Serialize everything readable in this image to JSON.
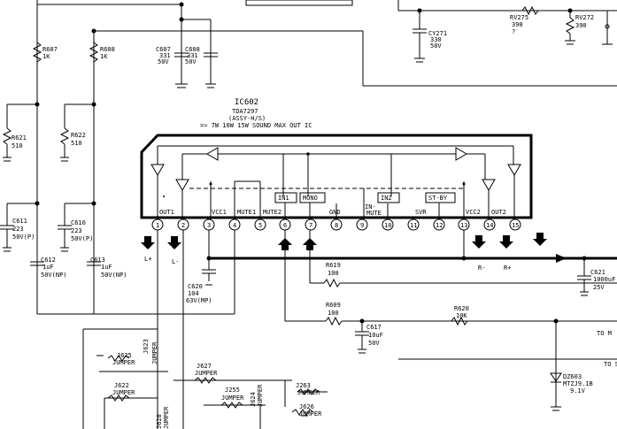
{
  "ic": {
    "ref": "IC602",
    "part": "TDA7297",
    "assy": "(ASSY-H/S)",
    "note": "=> 7W  10W  15W SOUND MAX OUT IC",
    "blocks": [
      "IN1",
      "MONO",
      "IN2",
      "ST-BY"
    ],
    "pin_numbers": [
      "1",
      "2",
      "3",
      "4",
      "5",
      "6",
      "7",
      "8",
      "9",
      "10",
      "11",
      "12",
      "13",
      "14",
      "15"
    ],
    "pin_names": [
      "OUT1",
      "VCC1",
      "MUTE1",
      "MUTE2",
      "GND",
      "IN-",
      "MUTE",
      "SVR",
      "VCC2",
      "OUT2"
    ]
  },
  "components": {
    "r607": [
      "R607",
      "1K"
    ],
    "r608": [
      "R608",
      "1K"
    ],
    "c607": [
      "C607",
      "331",
      "50V"
    ],
    "c608": [
      "C608",
      "331",
      "50V"
    ],
    "cy271": [
      "CY271",
      "330",
      "50V"
    ],
    "rv275": [
      "RV275",
      "390",
      "?"
    ],
    "rv272": [
      "RV272",
      "390"
    ],
    "r621": [
      "R621",
      "510"
    ],
    "r622": [
      "R622",
      "510"
    ],
    "c611": [
      "C611",
      "223",
      "50V(P)"
    ],
    "c610": [
      "C610",
      "223",
      "50V(P)"
    ],
    "c612": [
      "C612",
      "1uF",
      "50V(NP)"
    ],
    "c613": [
      "C613",
      "1uF",
      "50V(NP)"
    ],
    "c620": [
      "C620",
      "104",
      "63V(MP)"
    ],
    "r619": [
      "R619",
      "100"
    ],
    "r609": [
      "R609",
      "100"
    ],
    "c617": [
      "C617",
      "10uF",
      "50V"
    ],
    "r620": [
      "R620",
      "10K"
    ],
    "c621": [
      "C621",
      "1000uF",
      "25V"
    ],
    "dz603": [
      "DZ603",
      "MTZJ9.1B",
      "9.1V"
    ]
  },
  "jumpers": {
    "j625": [
      "J625",
      "JUMPER"
    ],
    "j623": [
      "J623",
      "JUMPER"
    ],
    "j622": [
      "J622",
      "JUMPER"
    ],
    "j627": [
      "J627",
      "JUMPER"
    ],
    "j255": [
      "J255",
      "JUMPER"
    ],
    "j624": [
      "J624",
      "JUMPER"
    ],
    "j263": [
      "J263",
      "JUMPER"
    ],
    "j626": [
      "J626",
      "JUMPER"
    ],
    "j628": [
      "J628",
      "JUMPER"
    ]
  },
  "labels": {
    "l_plus": "L+",
    "l_minus": "L-",
    "r_minus": "R-",
    "r_plus": "R+",
    "to_m": "TO M",
    "to_s": "TO S"
  }
}
